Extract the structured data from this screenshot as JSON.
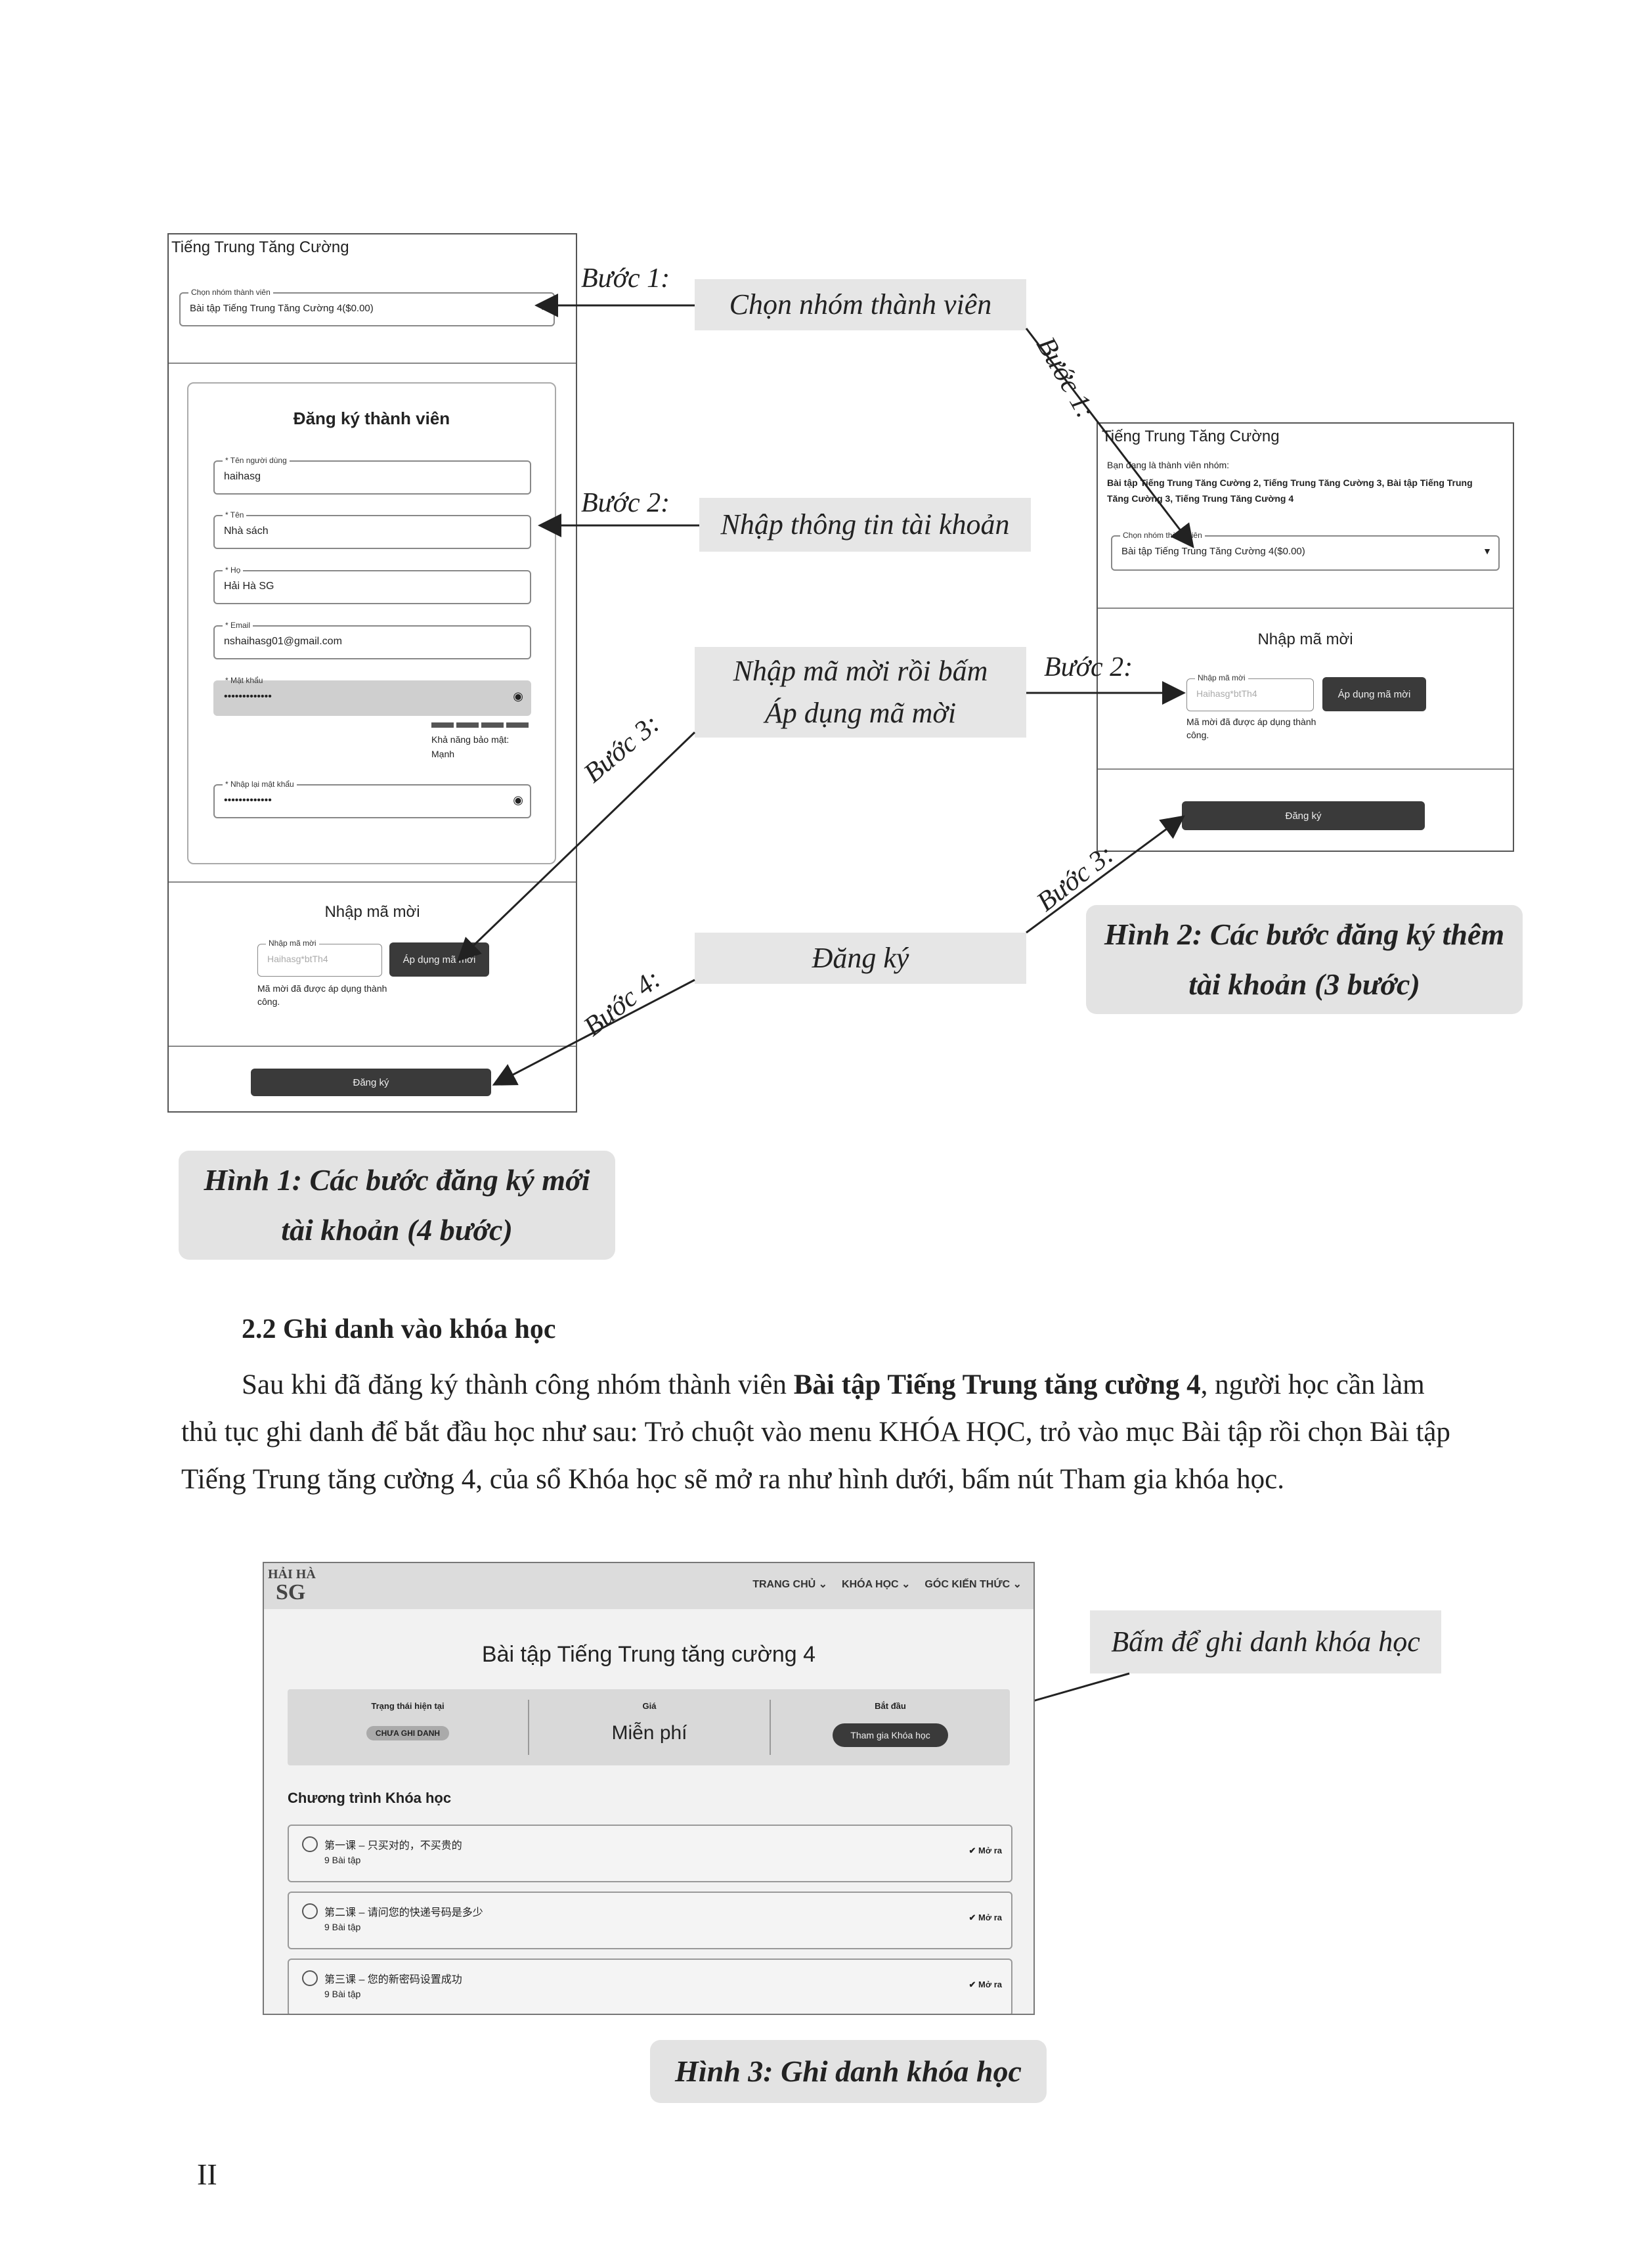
{
  "fig1": {
    "title": "Tiếng Trung Tăng Cường",
    "group_legend": "Chọn nhóm thành viên",
    "group_value": "Bài tập Tiếng Trung Tăng Cường 4($0.00)",
    "register_title": "Đăng ký thành viên",
    "username_label": "* Tên người dùng",
    "username_value": "haihasg",
    "firstname_label": "* Tên",
    "firstname_value": "Nhà sách",
    "lastname_label": "* Họ",
    "lastname_value": "Hải Hà SG",
    "email_label": "* Email",
    "email_value": "nshaihasg01@gmail.com",
    "password_label": "* Mật khẩu",
    "password_value": "•••••••••••••",
    "strength_label": "Khả năng bảo mật:",
    "strength_value": "Mạnh",
    "confirm_label": "* Nhập lại mật khẩu",
    "confirm_value": "•••••••••••••",
    "invite_title": "Nhập mã mời",
    "invite_legend": "Nhập mã mời",
    "invite_placeholder": "Haihasg*btTh4",
    "apply_button": "Áp dụng mã mời",
    "invite_msg": "Mã mời đã được áp dụng thành công.",
    "register_button": "Đăng ký"
  },
  "fig2": {
    "title": "Tiếng Trung Tăng Cường",
    "member_intro": "Bạn đang là thành viên nhóm:",
    "member_groups": "Bài tập Tiếng Trung Tăng Cường 2, Tiếng Trung Tăng Cường 3, Bài tập Tiếng Trung Tăng Cường 3, Tiếng Trung Tăng Cường 4",
    "group_legend": "Chọn nhóm thành viên",
    "group_value": "Bài tập Tiếng Trung Tăng Cường 4($0.00)",
    "invite_title": "Nhập mã mời",
    "invite_legend": "Nhập mã mời",
    "invite_placeholder": "Haihasg*btTh4",
    "apply_button": "Áp dụng mã mời",
    "invite_msg": "Mã mời đã được áp dụng thành công.",
    "register_button": "Đăng ký"
  },
  "callouts": {
    "choose_group": "Chọn nhóm thành viên",
    "enter_info": "Nhập thông tin tài khoản",
    "enter_code_1": "Nhập mã mời rồi bấm",
    "enter_code_2": "Áp dụng mã mời",
    "register": "Đăng ký",
    "enroll": "Bấm để ghi danh khóa học"
  },
  "steps": {
    "s1": "Bước 1:",
    "s2": "Bước 2:",
    "s3": "Bước 3:",
    "s4": "Bước 4:"
  },
  "captions": {
    "fig1_line1": "Hình 1: Các bước đăng ký mới",
    "fig1_line2": "tài khoản (4 bước)",
    "fig2_line1": "Hình 2: Các bước đăng ký thêm",
    "fig2_line2": "tài khoản (3 bước)",
    "fig3": "Hình 3: Ghi danh khóa học"
  },
  "section": {
    "heading": "2.2 Ghi danh vào khóa học",
    "p1_a": "Sau khi đã đăng ký thành công nhóm thành viên ",
    "p1_bold": "Bài tập Tiếng Trung tăng cường 4",
    "p1_b": ", người học cần làm",
    "p2": "thủ tục ghi danh để bắt đầu học như sau: Trỏ chuột vào menu KHÓA HỌC, trỏ vào mục Bài tập rồi chọn Bài tập",
    "p3": "Tiếng Trung tăng cường 4, của sổ Khóa học sẽ mở ra như hình dưới, bấm nút Tham gia khóa học."
  },
  "fig3": {
    "logo_top": "HẢI HÀ",
    "logo_bottom": "SG",
    "nav": [
      "TRANG CHỦ ⌄",
      "KHÓA HỌC ⌄",
      "GÓC KIẾN THỨC ⌄"
    ],
    "course_title": "Bài tập Tiếng Trung tăng cường 4",
    "status_label": "Trạng thái hiện tại",
    "status_badge": "CHƯA GHI DANH",
    "price_label": "Giá",
    "price_value": "Miễn phí",
    "start_label": "Bắt đầu",
    "join_button": "Tham gia Khóa học",
    "curriculum_title": "Chương trình Khóa học",
    "lessons": [
      {
        "title": "第一课 – 只买对的，不买贵的",
        "count": "9 Bài tập",
        "expand": "Mở ra"
      },
      {
        "title": "第二课 – 请问您的快递号码是多少",
        "count": "9 Bài tập",
        "expand": "Mở ra"
      },
      {
        "title": "第三课 – 您的新密码设置成功",
        "count": "9 Bài tập",
        "expand": "Mở ra"
      }
    ]
  },
  "page_number": "II"
}
